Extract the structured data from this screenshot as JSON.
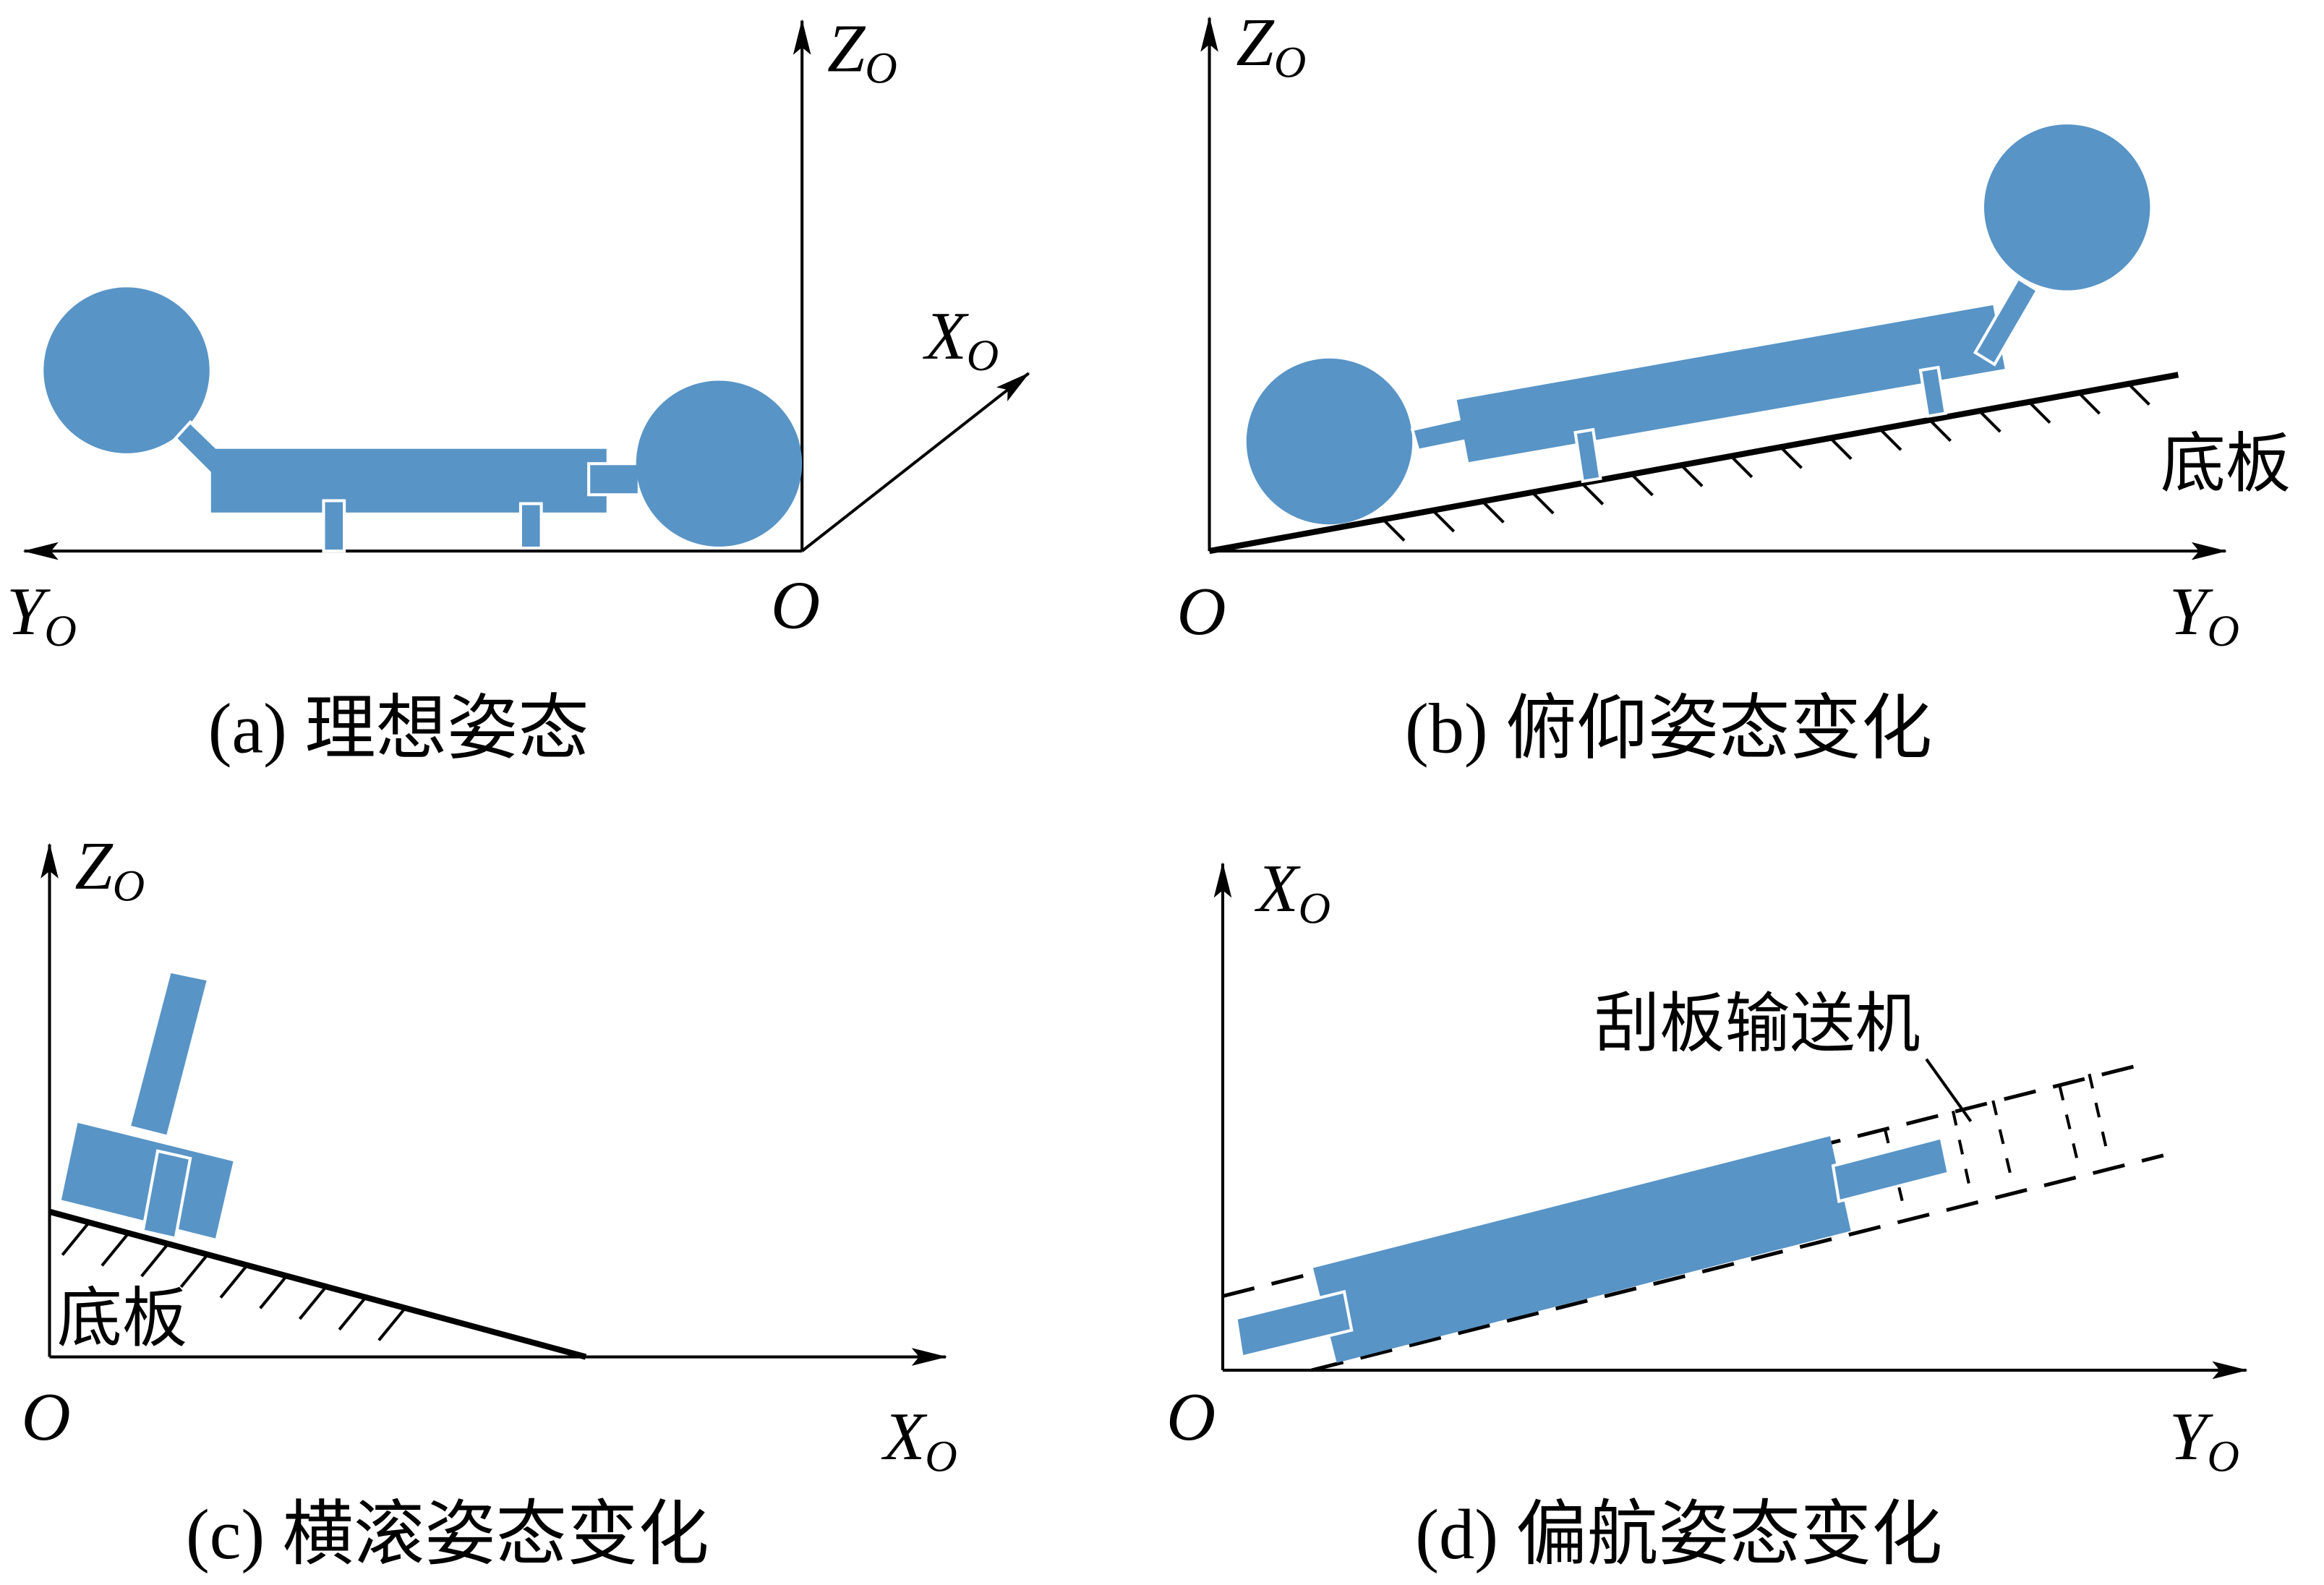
{
  "colors": {
    "component": "#5894c6",
    "axis": "#000000"
  },
  "panel_a": {
    "caption": "(a)  理想姿态",
    "axis_z": "Z",
    "axis_x": "X",
    "axis_y": "Y",
    "sub": "O",
    "origin": "O"
  },
  "panel_b": {
    "caption": "(b)  俯仰姿态变化",
    "axis_z": "Z",
    "axis_y": "Y",
    "sub": "O",
    "origin": "O",
    "floor_label": "底板"
  },
  "panel_c": {
    "caption": "(c)  横滚姿态变化",
    "axis_z": "Z",
    "axis_x": "X",
    "sub": "O",
    "origin": "O",
    "floor_label": "底板"
  },
  "panel_d": {
    "caption": "(d)  偏航姿态变化",
    "axis_x": "X",
    "axis_y": "Y",
    "sub": "O",
    "origin": "O",
    "conveyor_label": "刮板输送机"
  }
}
